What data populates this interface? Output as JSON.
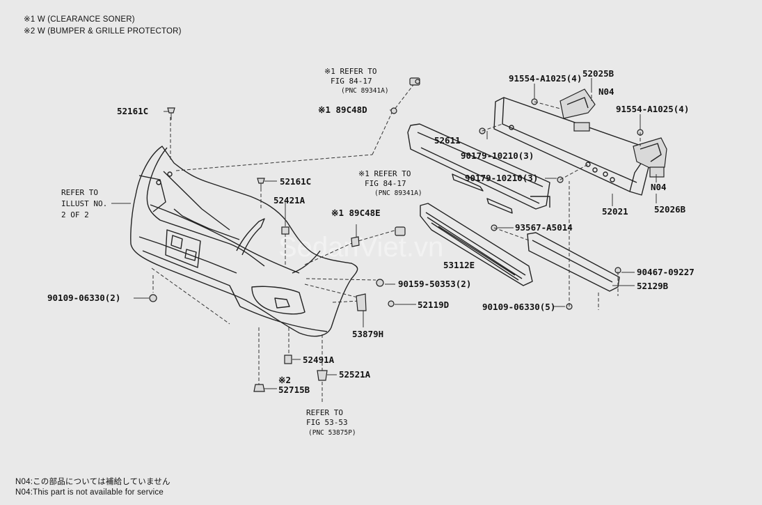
{
  "notes_top": [
    "※1 W (CLEARANCE SONER)",
    "※2 W (BUMPER & GRILLE PROTECTOR)"
  ],
  "notes_bottom": [
    "N04:この部品については補給していません",
    "N04:This part is not available for service"
  ],
  "watermark": "SedanViet.vn",
  "refer_illust": [
    "REFER TO",
    "ILLUST NO.",
    "2 OF 2"
  ],
  "refer_84_17_a": [
    "※1 REFER TO",
    "FIG 84-17",
    "(PNC 89341A)"
  ],
  "refer_84_17_b": [
    "※1 REFER TO",
    "FIG 84-17",
    "(PNC 89341A)"
  ],
  "refer_53_53": [
    "REFER TO",
    "FIG 53-53",
    "(PNC 53875P)"
  ],
  "labels": {
    "p52161C_top": "52161C",
    "p89C48D": "※1 89C48D",
    "p52161C_mid": "52161C",
    "p52421A": "52421A",
    "p89C48E": "※1 89C48E",
    "p90109_left": "90109-06330(2)",
    "p90159": "90159-50353(2)",
    "p52119D": "52119D",
    "p53879H": "53879H",
    "p52491A": "52491A",
    "p52521A": "52521A",
    "p52715B_mark": "※2",
    "p52715B": "52715B",
    "p91554_top": "91554-A1025(4)",
    "p52025B": "52025B",
    "pN04_top": "N04",
    "p91554_right": "91554-A1025(4)",
    "p52611": "52611",
    "p90179_a": "90179-10210(3)",
    "p90179_b": "90179-10210(3)",
    "pN04_right": "N04",
    "p52021": "52021",
    "p52026B": "52026B",
    "p93567": "93567-A5014",
    "p53112E": "53112E",
    "p90467": "90467-09227",
    "p52129B": "52129B",
    "p90109_right": "90109-06330(5)"
  }
}
